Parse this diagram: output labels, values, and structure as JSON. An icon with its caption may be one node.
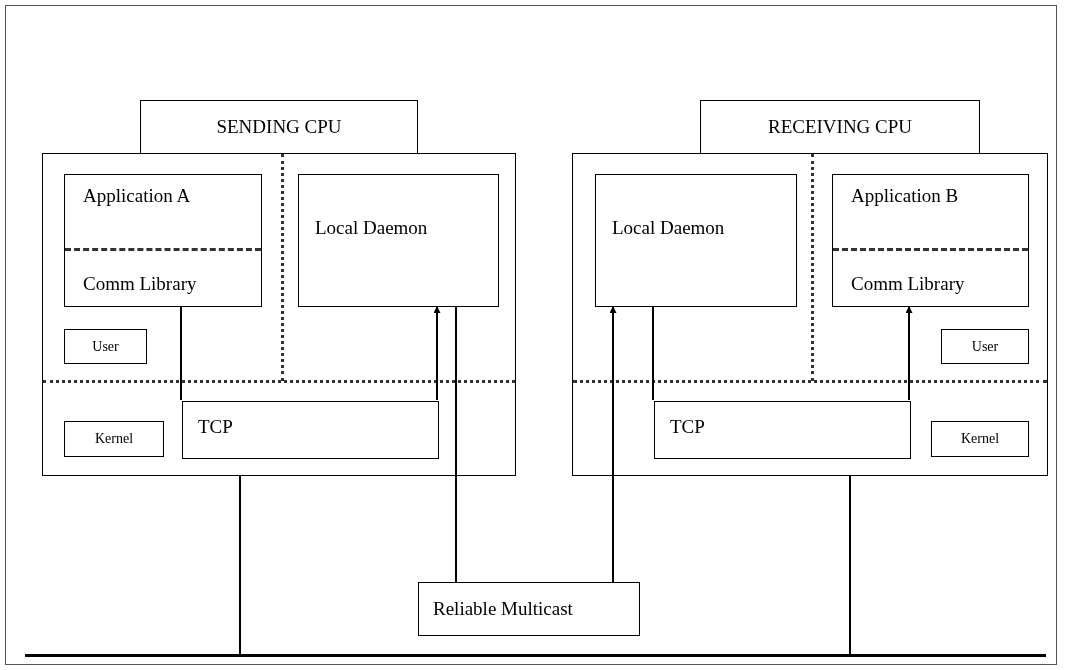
{
  "diagram": {
    "nodes": [
      {
        "text": [
          "SENDING CPU"
        ]
      },
      {
        "text": [],
        "shape": "box"
      },
      {
        "text": [
          "Application A",
          "Comm Library"
        ],
        "in": 1
      },
      {
        "text": [
          "Local Daemon"
        ],
        "in": 1
      },
      {
        "text": [
          "User"
        ],
        "in": 1
      },
      {
        "text": [
          "TCP"
        ],
        "in": 1
      },
      {
        "text": [
          "Kernel"
        ],
        "in": 1
      },
      {
        "text": [
          "RECEIVING CPU"
        ]
      },
      {
        "text": [],
        "shape": "box"
      },
      {
        "text": [
          "Local Daemon"
        ],
        "in": 8
      },
      {
        "text": [
          "Application B",
          "Comm Library"
        ],
        "in": 8
      },
      {
        "text": [
          "User"
        ],
        "in": 8
      },
      {
        "text": [
          "TCP"
        ],
        "in": 8
      },
      {
        "text": [
          "Kernel"
        ],
        "in": 8
      },
      {
        "text": [
          "Reliable Multicast"
        ]
      },
      {
        "text": [],
        "shape": "bar"
      }
    ],
    "edges": [
      {
        "from": 2,
        "to": 5,
        "arrow": "none"
      },
      {
        "from": 5,
        "to": 3,
        "arrow": "to"
      },
      {
        "from": 3,
        "to": 14,
        "arrow": "none"
      },
      {
        "from": 14,
        "to": 9,
        "arrow": "to"
      },
      {
        "from": 9,
        "to": 12,
        "arrow": "none"
      },
      {
        "from": 12,
        "to": 10,
        "arrow": "to"
      },
      {
        "from": 1,
        "to": 15,
        "arrow": "none"
      },
      {
        "from": 8,
        "to": 15,
        "arrow": "none"
      }
    ]
  }
}
